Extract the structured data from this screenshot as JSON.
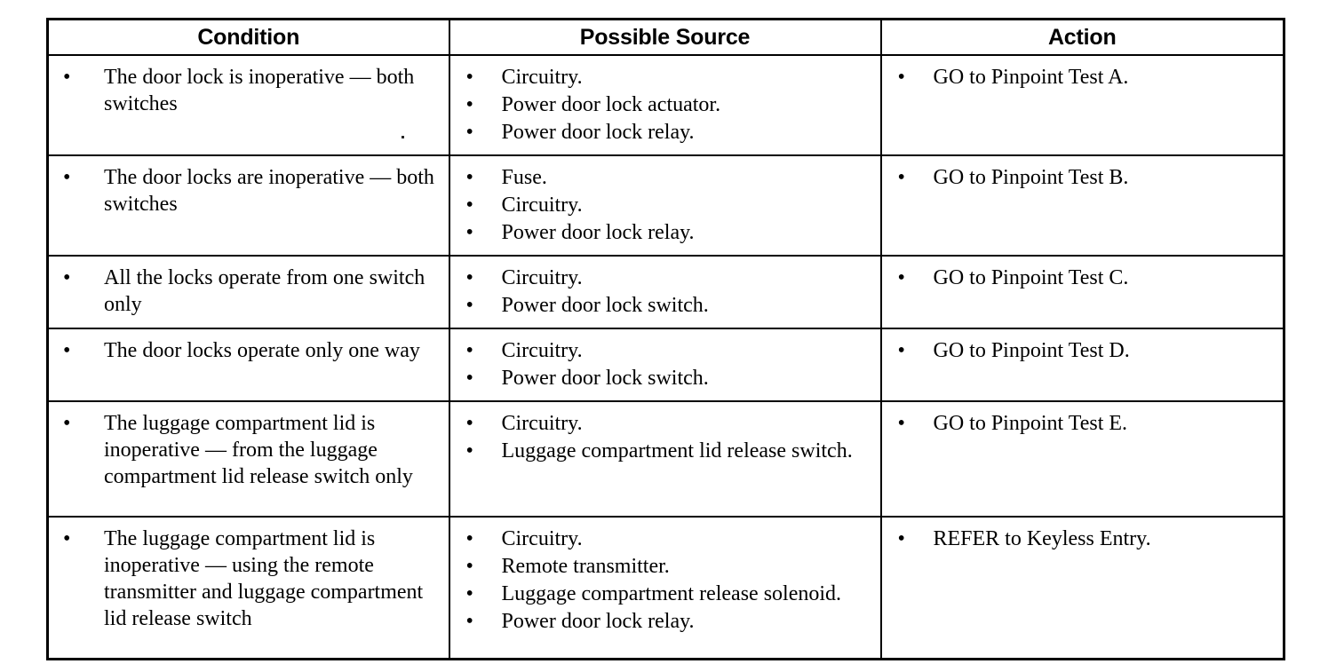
{
  "document": {
    "type": "diagnostic-table",
    "bullet_glyph": "•"
  },
  "table": {
    "headers": {
      "condition": "Condition",
      "possible_source": "Possible Source",
      "action": "Action"
    },
    "rows": [
      {
        "condition": [
          "The door lock is inoperative — both switches"
        ],
        "possible_source": [
          "Circuitry.",
          "Power door lock actuator.",
          "Power door lock relay."
        ],
        "action": [
          "GO to Pinpoint Test A."
        ]
      },
      {
        "condition": [
          "The door locks are inoperative — both switches"
        ],
        "possible_source": [
          "Fuse.",
          "Circuitry.",
          "Power door lock relay."
        ],
        "action": [
          "GO to Pinpoint Test B."
        ]
      },
      {
        "condition": [
          "All the locks operate from one switch only"
        ],
        "possible_source": [
          "Circuitry.",
          "Power door lock switch."
        ],
        "action": [
          "GO to Pinpoint Test C."
        ]
      },
      {
        "condition": [
          "The door locks operate only one way"
        ],
        "possible_source": [
          "Circuitry.",
          "Power door lock switch."
        ],
        "action": [
          "GO to Pinpoint Test D."
        ]
      },
      {
        "condition": [
          "The luggage compartment lid is inoperative — from the luggage compartment lid release switch only"
        ],
        "possible_source": [
          "Circuitry.",
          "Luggage compartment lid release switch."
        ],
        "action": [
          "GO to Pinpoint Test E."
        ]
      },
      {
        "condition": [
          "The luggage compartment lid is inoperative — using the remote transmitter and luggage compartment lid release switch"
        ],
        "possible_source": [
          "Circuitry.",
          "Remote transmitter.",
          "Luggage compartment release solenoid.",
          "Power door lock relay."
        ],
        "action": [
          "REFER to  Keyless Entry."
        ]
      }
    ]
  },
  "colors": {
    "ink": "#000000",
    "paper": "#ffffff"
  }
}
